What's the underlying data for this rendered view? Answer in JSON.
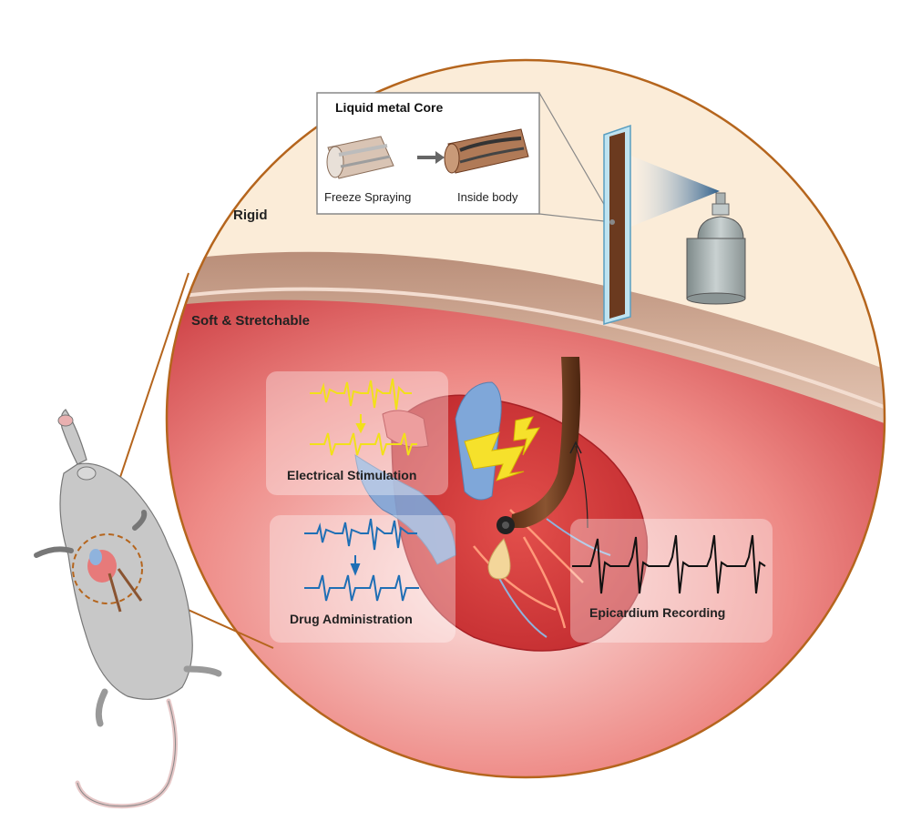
{
  "labels": {
    "rigid": "Rigid",
    "soft": "Soft & Stretchable"
  },
  "inset": {
    "title": "Liquid metal Core",
    "left_caption": "Freeze Spraying",
    "right_caption": "Inside body"
  },
  "panels": {
    "electrical": "Electrical Stimulation",
    "drug": "Drug Administration",
    "recording": "Epicardium Recording"
  },
  "colors": {
    "circle_border": "#b5651d",
    "rigid_bg": "#fbecd8",
    "tissue_red": "#d94a4a",
    "skin_layer": "#c9a48f",
    "fiber_brown": "#6b3a1f",
    "signal_yellow": "#f2e01a",
    "signal_blue": "#1f6fb5",
    "signal_black": "#111111",
    "mouse_gray": "#c8c8c8"
  },
  "icons": [
    "spray-can-icon",
    "lightning-bolt-icon",
    "drug-droplet-icon",
    "mouse-illustration",
    "heart-illustration"
  ]
}
